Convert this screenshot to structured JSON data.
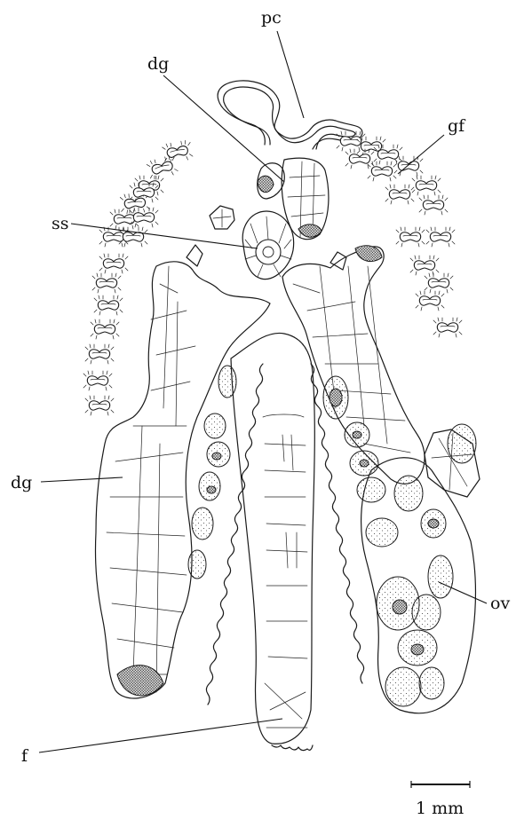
{
  "labels": {
    "pc": "pc",
    "dg_top": "dg",
    "gf": "gf",
    "ss": "ss",
    "dg_left": "dg",
    "ov": "ov",
    "f": "f"
  },
  "scale_bar": {
    "label": "1 mm"
  }
}
